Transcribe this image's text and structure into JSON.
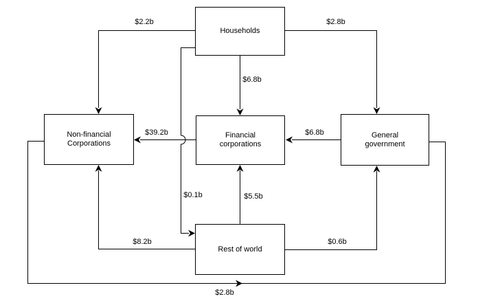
{
  "canvas": {
    "background_color": "#ffffff",
    "line_color": "#000000"
  },
  "nodes": {
    "households": {
      "line1": "Households"
    },
    "non_financial": {
      "line1": "Non-financial",
      "line2": "Corporations"
    },
    "financial": {
      "line1": "Financial",
      "line2": "corporations"
    },
    "government": {
      "line1": "General",
      "line2": "government"
    },
    "rest_of_world": {
      "line1": "Rest of world"
    }
  },
  "flows": {
    "households_to_non_financial": {
      "label": "$2.2b",
      "from": "Households",
      "to": "Non-financial Corporations"
    },
    "households_to_government": {
      "label": "$2.8b",
      "from": "Households",
      "to": "General government"
    },
    "households_to_financial": {
      "label": "$6.8b",
      "from": "Households",
      "to": "Financial corporations"
    },
    "government_to_financial": {
      "label": "$6.8b",
      "from": "General government",
      "to": "Financial corporations"
    },
    "financial_to_non_financial": {
      "label": "$39.2b",
      "from": "Financial corporations",
      "to": "Non-financial Corporations"
    },
    "households_to_rest_of_world": {
      "label": "$0.1b",
      "from": "Households",
      "to": "Rest of world"
    },
    "rest_of_world_to_financial": {
      "label": "$5.5b",
      "from": "Rest of world",
      "to": "Financial corporations"
    },
    "rest_of_world_to_non_financial": {
      "label": "$8.2b",
      "from": "Rest of world",
      "to": "Non-financial Corporations"
    },
    "rest_of_world_to_government": {
      "label": "$0.6b",
      "from": "Rest of world",
      "to": "General government"
    },
    "non_financial_to_government": {
      "label": "$2.8b",
      "from": "Non-financial Corporations",
      "to": "General government"
    }
  }
}
